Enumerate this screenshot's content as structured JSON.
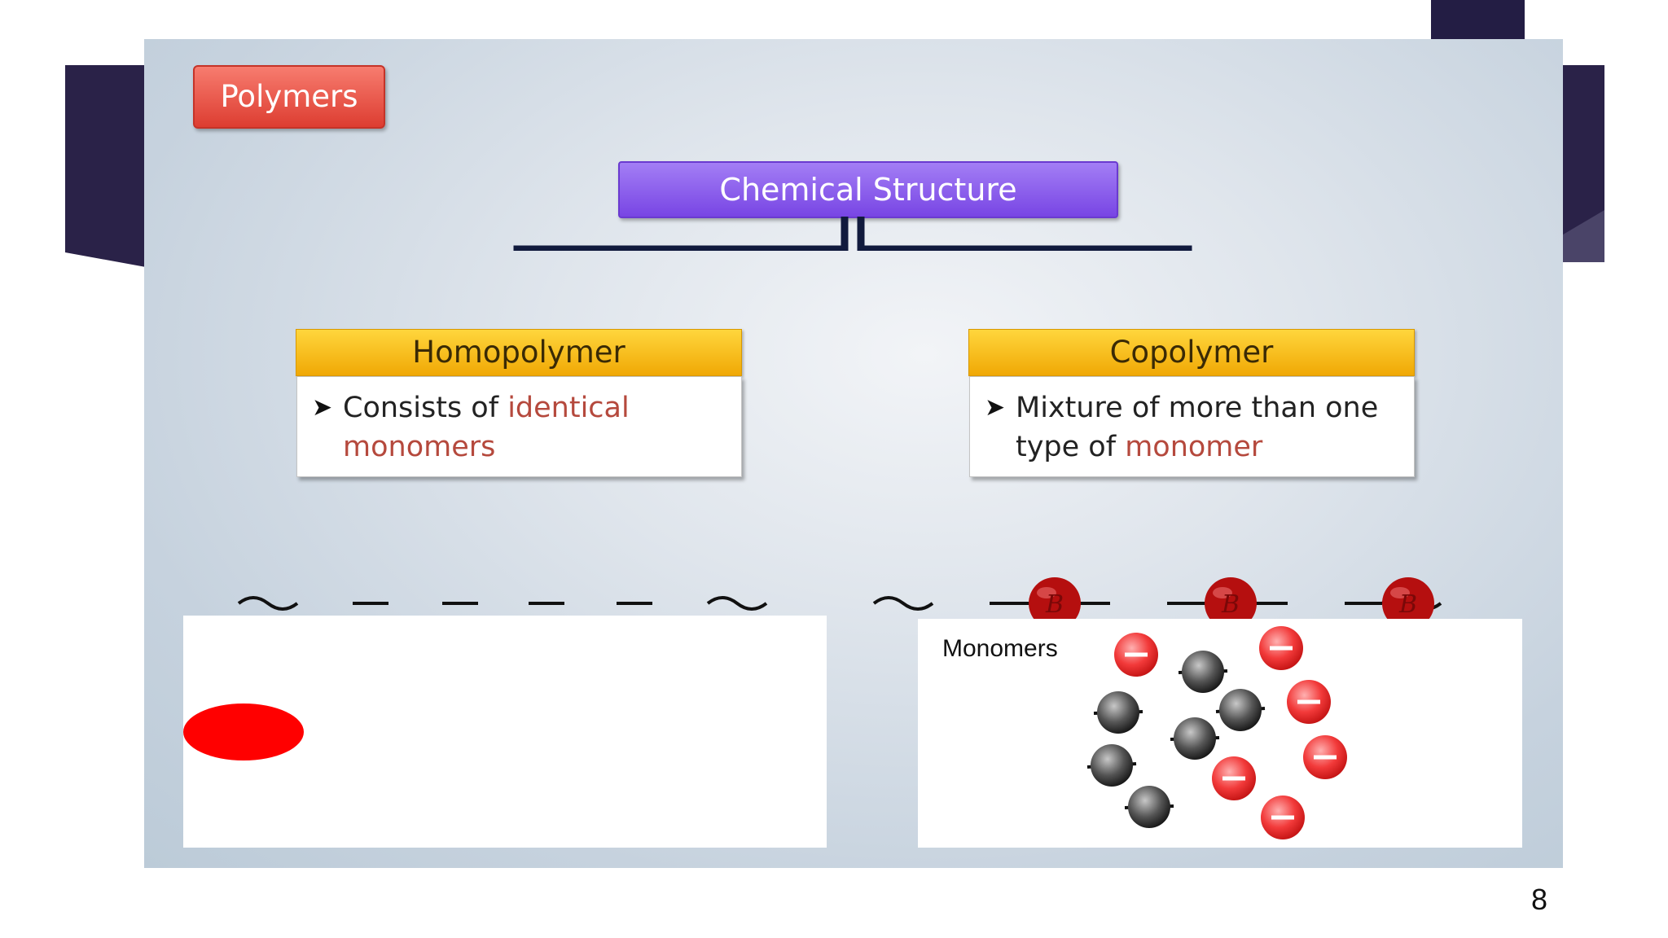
{
  "slide": {
    "tag_label": "Polymers",
    "root_label": "Chemical Structure",
    "page_number": "8"
  },
  "branches": [
    {
      "title": "Homopolymer",
      "text_before": "Consists of ",
      "highlight": "identical",
      "text_after": "monomers"
    },
    {
      "title": "Copolymer",
      "text_before": "Mixture of more than one type of ",
      "highlight": "monomer",
      "text_after": ""
    }
  ],
  "chain_labels": {
    "copolymer_bead": "B"
  },
  "monomer_panel": {
    "label": "Monomers"
  },
  "colors": {
    "tag_red": "#e5473b",
    "root_purple": "#8a5cf0",
    "branch_yellow": "#f7bd18",
    "arrow_navy": "#111a3d",
    "bead_dark_red": "#b50f0f",
    "frame_navy": "#231d44",
    "highlight_text": "#b5493d"
  }
}
